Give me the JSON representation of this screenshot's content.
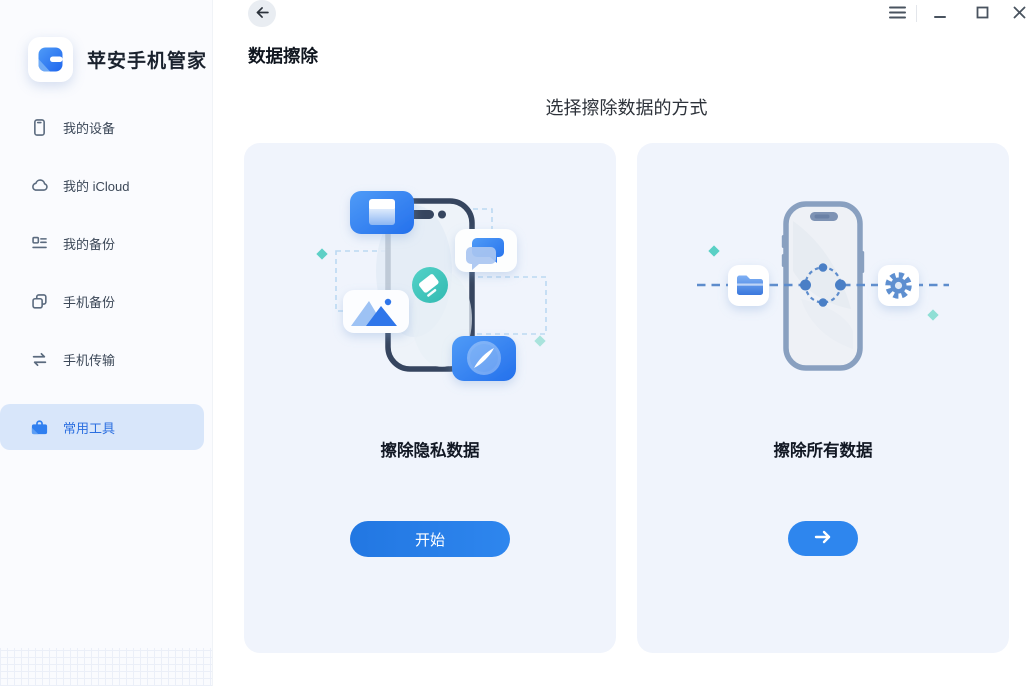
{
  "app": {
    "name": "苹安手机管家"
  },
  "sidebar": {
    "items": [
      {
        "label": "我的设备",
        "icon": "my-device-icon",
        "selected": false
      },
      {
        "label": "我的 iCloud",
        "icon": "my-icloud-icon",
        "selected": false
      },
      {
        "label": "我的备份",
        "icon": "my-backups-icon",
        "selected": false
      },
      {
        "label": "手机备份",
        "icon": "phone-backup-icon",
        "selected": false
      },
      {
        "label": "手机传输",
        "icon": "phone-transfer-icon",
        "selected": false
      },
      {
        "label": "常用工具",
        "icon": "toolbox-icon",
        "selected": true
      }
    ]
  },
  "titlebar": {
    "back_icon": "back-arrow-icon",
    "menu_icon": "hamburger-menu-icon",
    "minimize_icon": "minimize-icon",
    "maximize_icon": "maximize-icon",
    "close_icon": "close-icon"
  },
  "page": {
    "title": "数据擦除",
    "heading": "选择擦除数据的方式"
  },
  "cards": [
    {
      "title": "擦除隐私数据",
      "button_label": "开始",
      "illustration": "erase-private-data-illustration"
    },
    {
      "title": "擦除所有数据",
      "button_icon": "arrow-right-icon",
      "illustration": "erase-all-data-illustration"
    }
  ],
  "colors": {
    "accent_blue": "#2b82ea",
    "selected_item_bg": "#d8e6fa",
    "selected_item_text": "#2b6fe0",
    "card_bg": "#f0f4fc",
    "teal_badge": "#41c7bf"
  }
}
